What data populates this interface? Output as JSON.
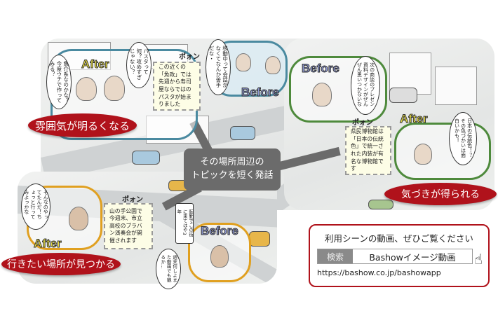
{
  "center_caption": {
    "line1": "その場所周辺の",
    "line2": "トピックを短く発話"
  },
  "panels": {
    "top_left": {
      "after_tag": "After",
      "before_tag": "Before",
      "bubble_after_1": "魚介系なのかな？今度ウチで作ってみる？",
      "bubble_after_2": "パスタって何？攻めすぎじゃない？",
      "bubble_before": "移動中って会話がなくてなんか苦手だな・",
      "sound": "ポォン",
      "speaker_box": "この近くの「魚政」では先週から寿司屋ならではのパスタが始まりました",
      "result": "雰囲気が明るくなる"
    },
    "right": {
      "before_tag": "Before",
      "after_tag": "After",
      "bubble_before": "次の商談のプレゼン資料デザインがぜんぜん思いつかないな",
      "bubble_after": "日本の伝統色！？その色づかいは面白いかも！",
      "sound": "ポォン",
      "speaker_box": "県民博物館は「日本の伝統色」で統一された内装が有名な博物館です",
      "result": "気づきが得られる"
    },
    "bottom_left": {
      "after_tag": "After",
      "before_tag": "Before",
      "bubble_after": "そんなのやってたんだ！ちょっと行ってみよっかな",
      "bubble_before_1": "転勤でこの街に来てはや3年",
      "bubble_before_2": "週末何しよまた動画でも観るか…",
      "sound": "ポォン",
      "speaker_box": "山の手公園で今週末、市立高校のブラバン演奏会が開催されます",
      "result": "行きたい場所が見つかる"
    }
  },
  "info_box": {
    "title": "利用シーンの動画、ぜひご覧ください",
    "search_label": "検索",
    "search_query": "Bashowイメージ動画",
    "url": "https://bashow.co.jp/bashowapp",
    "icon": "pointing-hand-icon"
  },
  "colors": {
    "accent_red": "#b0121b",
    "caption_gray": "#6b6b6b",
    "after_yellow": "#f2e640",
    "before_blue": "#8f9ad6"
  }
}
